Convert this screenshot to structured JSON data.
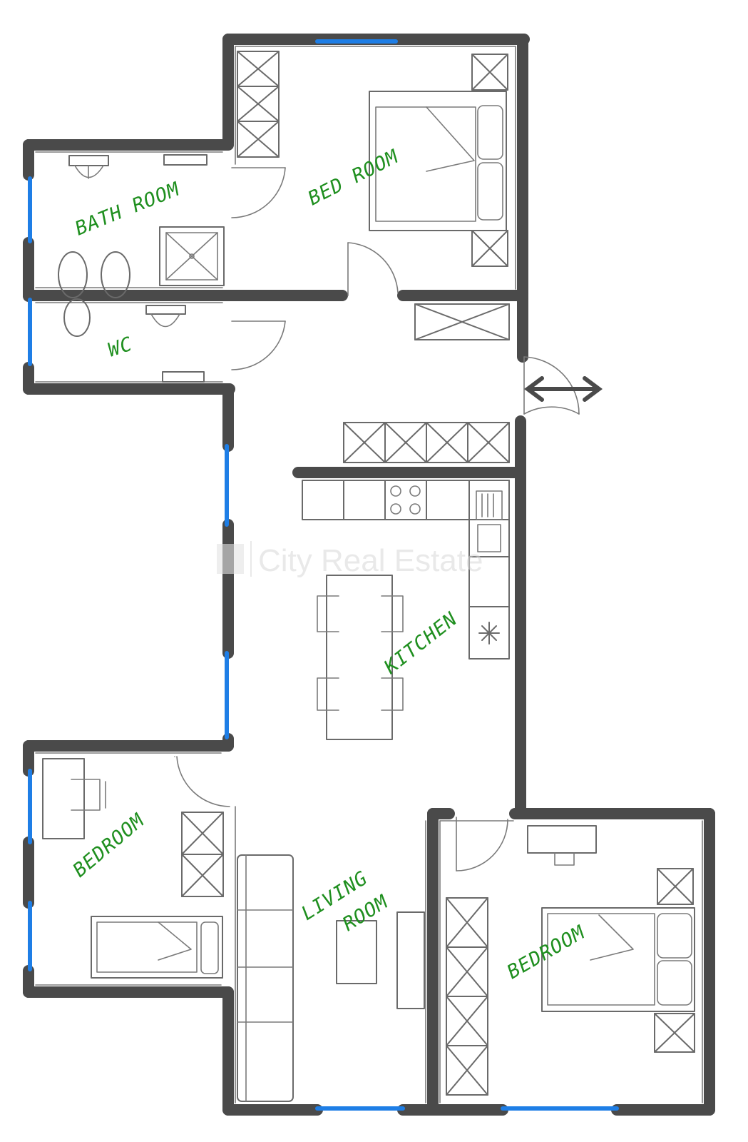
{
  "labels": {
    "bedroom_top": "BED ROOM",
    "bathroom": "BATH ROOM",
    "wc": "WC",
    "kitchen": "KITCHEN",
    "bedroom_left": "BEDROOM",
    "living_line1": "LIVING",
    "living_line2": "ROOM",
    "bedroom_right": "BEDROOM"
  },
  "watermark": "City Real Estate",
  "colors": {
    "wall": "#4a4a4a",
    "window": "#1e7ee6",
    "label": "#1f8f1f",
    "fixture": "#6a6a6a"
  },
  "icons": {
    "entrance": "double-arrow-icon"
  }
}
